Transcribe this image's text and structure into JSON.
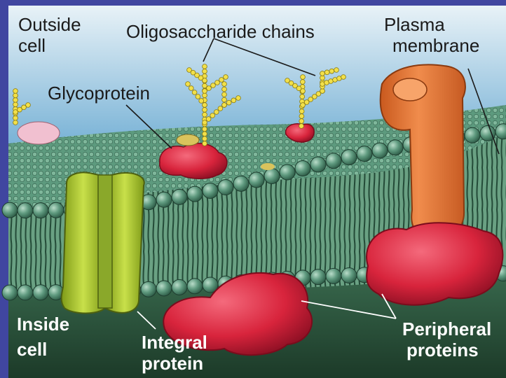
{
  "labels": {
    "outside_cell": {
      "line1": "Outside",
      "line2": "cell"
    },
    "oligosaccharide_chains": "Oligosaccharide chains",
    "plasma_membrane": {
      "line1": "Plasma",
      "line2": "membrane"
    },
    "glycoprotein": "Glycoprotein",
    "inside_cell": {
      "line1": "Inside",
      "line2": "cell"
    },
    "integral_protein": {
      "line1": "Integral",
      "line2": "protein"
    },
    "peripheral_proteins": {
      "line1": "Peripheral",
      "line2": "proteins"
    }
  },
  "colors": {
    "frame": "#3f4494",
    "water": "#2a6fb0",
    "membrane_surface": "#5e9a80",
    "head": "#4f8a72",
    "tail": "#2f6048",
    "integral_protein": "#b8d23a",
    "orange_protein": "#e2783a",
    "peripheral_protein": "#d8243c",
    "sugar": "#f2e04a"
  }
}
